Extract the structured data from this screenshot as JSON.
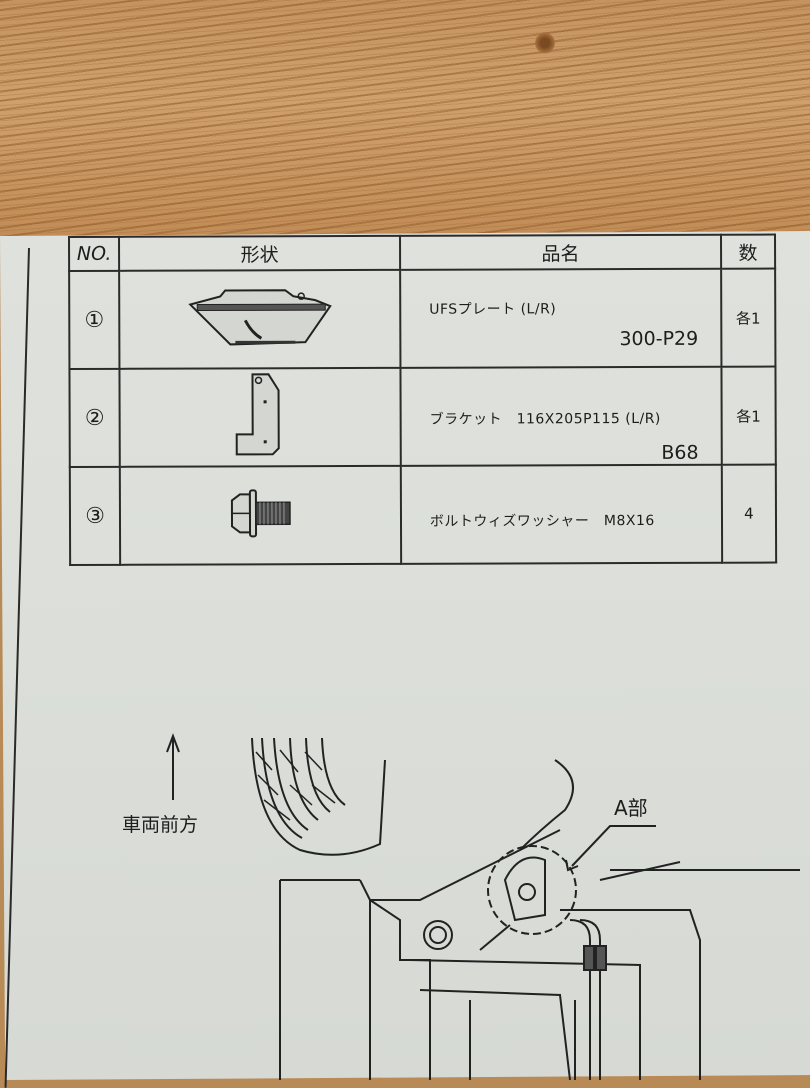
{
  "document": {
    "type": "parts list and installation diagram (photographed on wooden table)"
  },
  "parts_table": {
    "headers": {
      "no": "NO.",
      "shape": "形状",
      "name": "品名",
      "qty": "数"
    },
    "rows": [
      {
        "no": "①",
        "shape_icon": "ufs-plate-drawing",
        "name": "UFSプレート (L/R)",
        "code": "300-P29",
        "qty": "各1"
      },
      {
        "no": "②",
        "shape_icon": "bracket-drawing",
        "name": "ブラケット　116X205P115 (L/R)",
        "code": "B68",
        "qty": "各1"
      },
      {
        "no": "③",
        "shape_icon": "bolt-with-washer-drawing",
        "name": "ボルトウィズワッシャー　M8X16",
        "code": "",
        "qty": "4"
      }
    ]
  },
  "diagram": {
    "direction_label": "車両前方",
    "direction_icon": "up-arrow",
    "callout_label": "A部"
  },
  "colors": {
    "paper": "#dcdfda",
    "ink": "#1d1d1d",
    "wood": "#c49360"
  }
}
